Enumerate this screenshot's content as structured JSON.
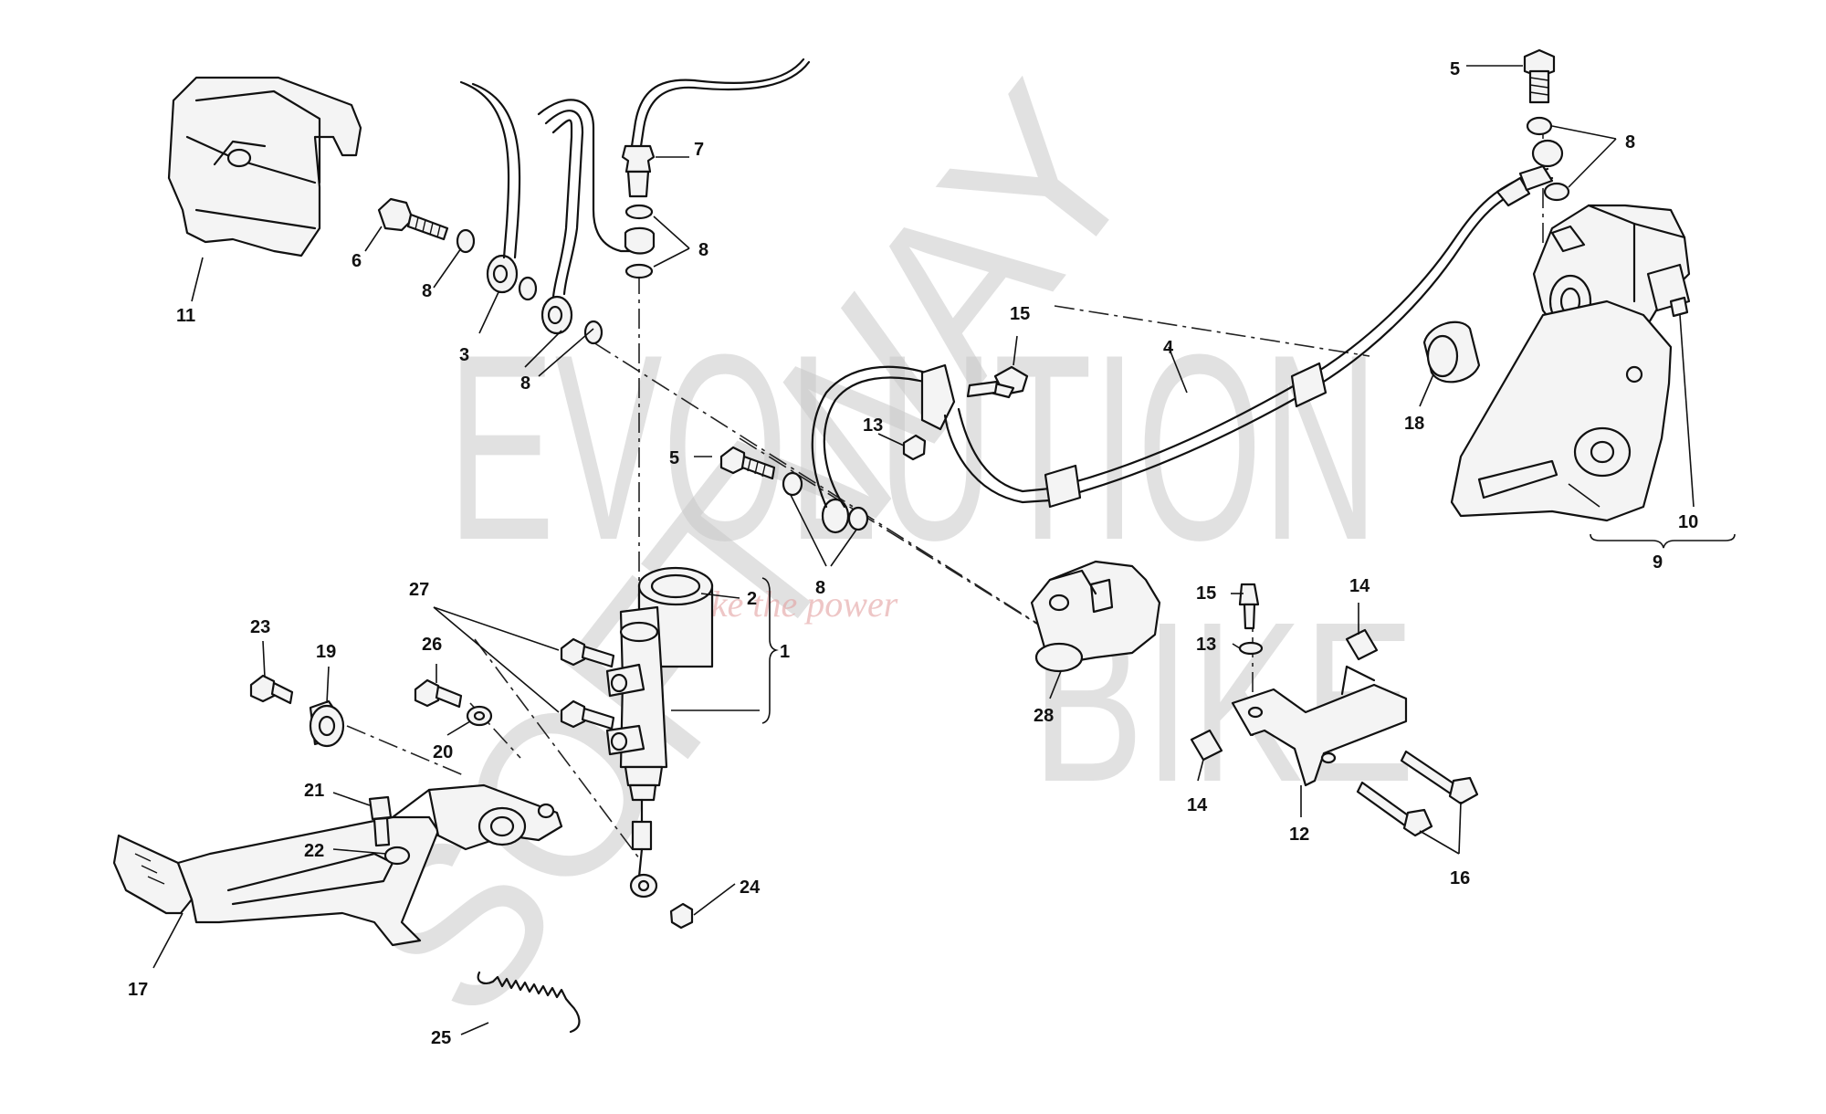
{
  "watermark": {
    "line1": "EVOLUTION",
    "line2": "BIKE",
    "vertical": "SOFTWAY",
    "tagline": "make the power"
  },
  "callouts": {
    "c1": "1",
    "c2": "2",
    "c3": "3",
    "c4": "4",
    "c5a": "5",
    "c5b": "5",
    "c6": "6",
    "c7": "7",
    "c8a": "8",
    "c8b": "8",
    "c8c": "8",
    "c8d": "8",
    "c8e": "8",
    "c9": "9",
    "c10": "10",
    "c11": "11",
    "c12": "12",
    "c13a": "13",
    "c13b": "13",
    "c14a": "14",
    "c14b": "14",
    "c15a": "15",
    "c15b": "15",
    "c16": "16",
    "c17": "17",
    "c18": "18",
    "c19": "19",
    "c20": "20",
    "c21": "21",
    "c22": "22",
    "c23": "23",
    "c24": "24",
    "c25": "25",
    "c26": "26",
    "c27": "27",
    "c28": "28"
  }
}
